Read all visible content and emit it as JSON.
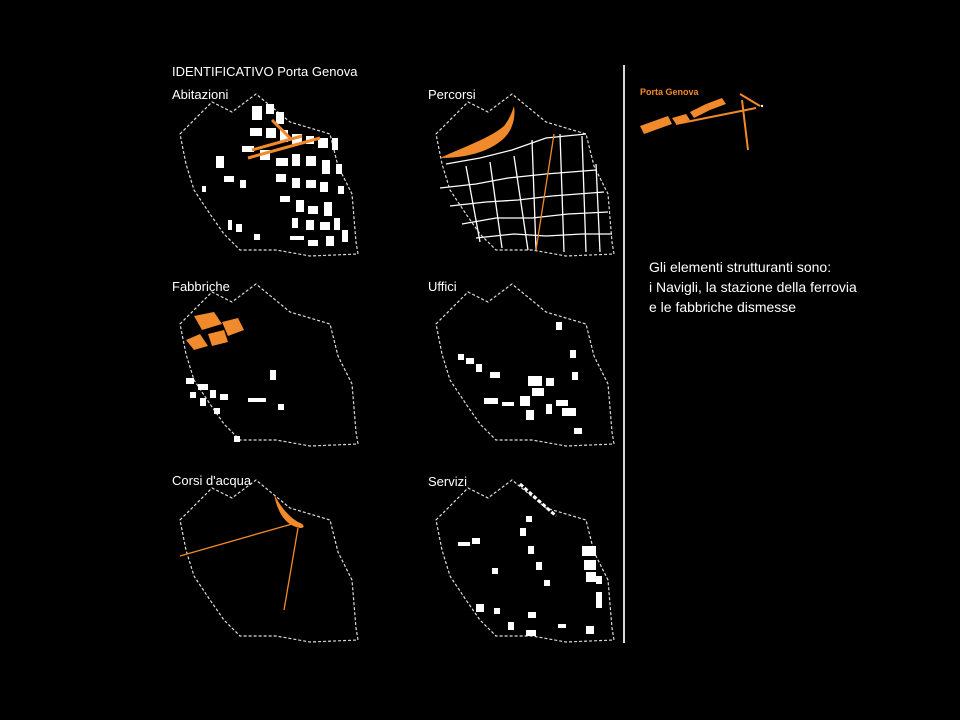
{
  "title": "IDENTIFICATIVO Porta Genova",
  "panels": {
    "abitazioni": "Abitazioni",
    "percorsi": "Percorsi",
    "fabbriche": "Fabbriche",
    "uffici": "Uffici",
    "corsi_acqua": "Corsi d'acqua",
    "servizi": "Servizi"
  },
  "legend": {
    "label": "Porta Genova"
  },
  "description": [
    "Gli elementi strutturanti sono:",
    "i Navigli, la stazione della ferrovia",
    "e le fabbriche dismesse"
  ],
  "colors": {
    "background": "#000000",
    "highlight": "#f08a2c",
    "buildings": "#ffffff",
    "boundary": "#dcdcdc"
  }
}
